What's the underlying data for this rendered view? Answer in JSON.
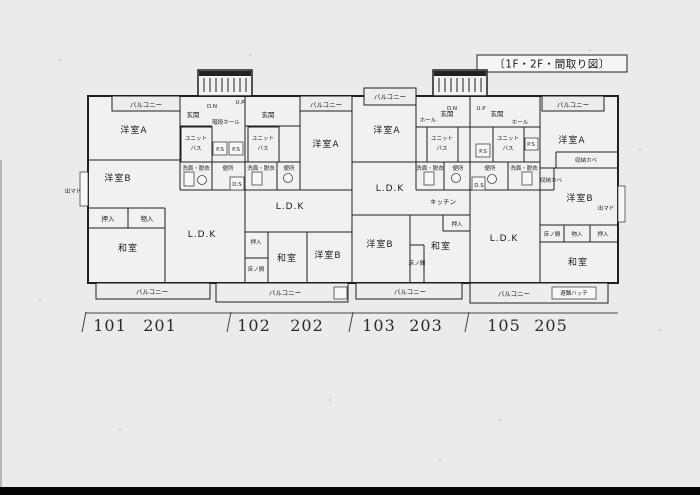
{
  "title": "〔1F・2F・間取り図〕",
  "unit_numbers": [
    "101",
    "201",
    "102",
    "202",
    "103",
    "203",
    "105",
    "205"
  ],
  "labels": {
    "balcony": "バルコニー",
    "western_room_a": "洋室A",
    "western_room_b": "洋室B",
    "japanese_room": "和室",
    "ldk": "L.D.K",
    "entrance": "玄関",
    "hall": "ホール",
    "stair_hall": "階段ホール",
    "unit_bath_top": "ユニット",
    "unit_bath_bottom": "バス",
    "washroom": "洗面・脱衣",
    "toilet": "便所",
    "closet": "押入",
    "storage": "物入",
    "tokonoma": "床ノ間",
    "kitchen": "キッチン",
    "storage_wall": "収納カベ",
    "bay_window": "出マド",
    "duct_space": "D.S",
    "pipe_space": "P.S",
    "up": "U.P",
    "down": "D.N",
    "escape_hatch": "避難ハッチ"
  }
}
